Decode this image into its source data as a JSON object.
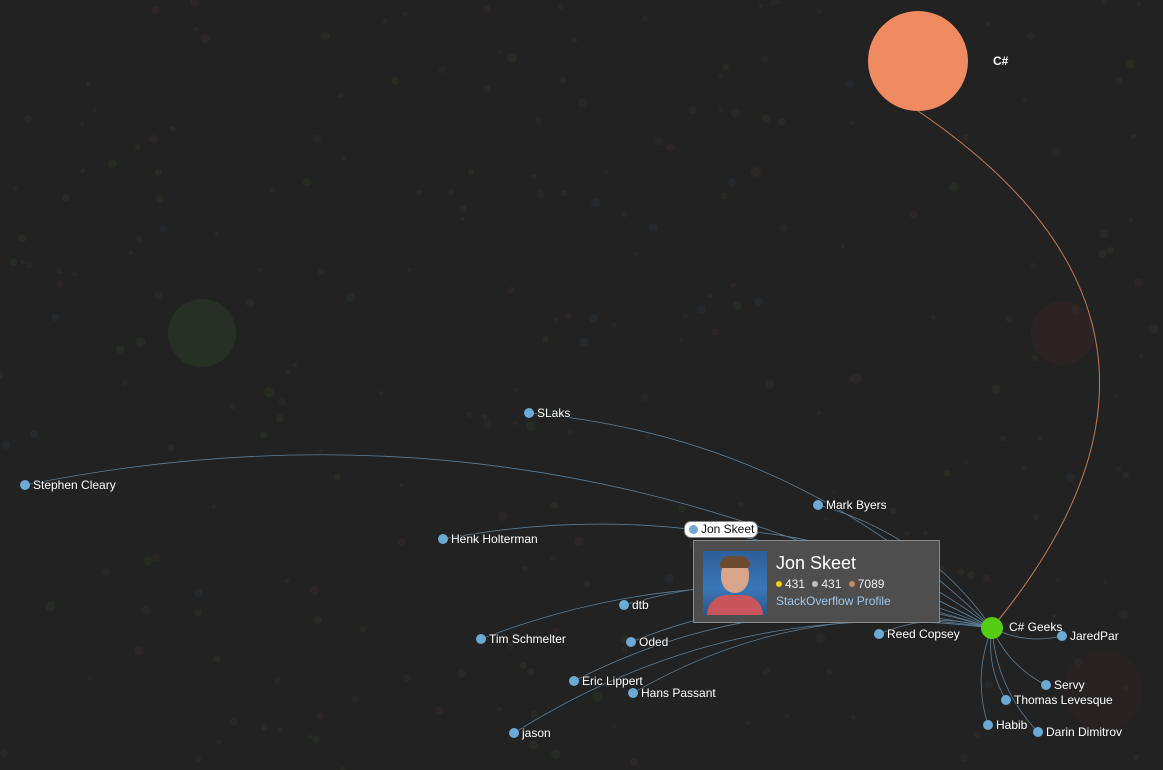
{
  "colors": {
    "background": "#222222",
    "user_node": "#6aaad4",
    "hub_node": "#55cc11",
    "tag_node": "#f08a60",
    "gold": "#f7c90d",
    "silver": "#c0c0c0",
    "bronze": "#cd8b54",
    "link": "#9cc8ec"
  },
  "graph": {
    "tag": {
      "label": "C#"
    },
    "hub": {
      "label": "C# Geeks"
    },
    "users": [
      {
        "label": "SLaks"
      },
      {
        "label": "Stephen Cleary"
      },
      {
        "label": "Mark Byers"
      },
      {
        "label": "Henk Holterman"
      },
      {
        "label": "dtb"
      },
      {
        "label": "Tim Schmelter"
      },
      {
        "label": "Oded"
      },
      {
        "label": "Reed Copsey"
      },
      {
        "label": "JaredPar"
      },
      {
        "label": "Eric Lippert"
      },
      {
        "label": "Hans Passant"
      },
      {
        "label": "Servy"
      },
      {
        "label": "Thomas Levesque"
      },
      {
        "label": "Habib"
      },
      {
        "label": "Darin Dimitrov"
      },
      {
        "label": "jason"
      }
    ],
    "selected": {
      "label": "Jon Skeet"
    }
  },
  "profile_card": {
    "name": "Jon Skeet",
    "gold": "431",
    "silver": "431",
    "bronze": "7089",
    "link_text": "StackOverflow Profile",
    "avatar_icon": "user-avatar-photo"
  }
}
